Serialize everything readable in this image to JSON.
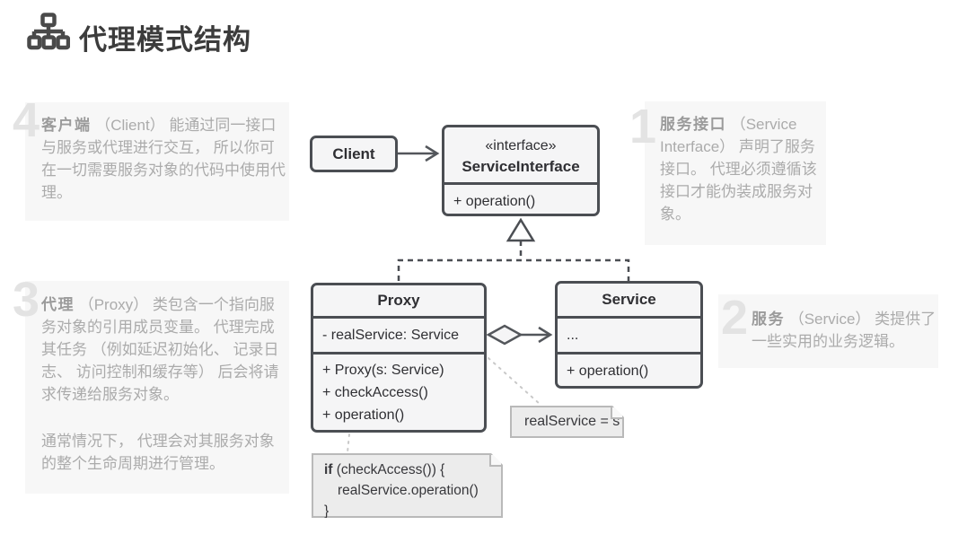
{
  "colors": {
    "box_border": "#4b4e53",
    "box_fill": "#f5f5f6",
    "annotation_bg": "#f7f7f7",
    "annotation_text": "#ababab",
    "numeral": "#e3e3e3",
    "note_fill": "#ececec",
    "note_border": "#b9b9b9",
    "title_text": "#3c3c3c"
  },
  "header": {
    "title": "代理模式结构",
    "icon": "structure-icon"
  },
  "annotations": [
    {
      "number": "1",
      "lead": "服务接口",
      "body": " （Service Interface） 声明了服务接口。 代理必须遵循该接口才能伪装成服务对象。"
    },
    {
      "number": "2",
      "lead": "服务",
      "body": " （Service） 类提供了一些实用的业务逻辑。"
    },
    {
      "number": "3",
      "lead": "代理",
      "body": " （Proxy） 类包含一个指向服务对象的引用成员变量。 代理完成其任务 （例如延迟初始化、 记录日志、 访问控制和缓存等） 后会将请求传递给服务对象。",
      "body2": "通常情况下， 代理会对其服务对象的整个生命周期进行管理。"
    },
    {
      "number": "4",
      "lead": "客户端",
      "body": " （Client） 能通过同一接口与服务或代理进行交互， 所以你可在一切需要服务对象的代码中使用代理。"
    }
  ],
  "diagram": {
    "client": {
      "name": "Client"
    },
    "service_interface": {
      "stereotype": "«interface»",
      "name": "ServiceInterface",
      "methods": [
        "+ operation()"
      ]
    },
    "proxy": {
      "name": "Proxy",
      "fields": [
        "- realService: Service"
      ],
      "methods": [
        "+ Proxy(s: Service)",
        "+ checkAccess()",
        "+ operation()"
      ]
    },
    "service": {
      "name": "Service",
      "fields": [
        "..."
      ],
      "methods": [
        "+ operation()"
      ]
    },
    "notes": {
      "assignment": "realService = s",
      "code": {
        "keyword": "if",
        "line1_rest": " (checkAccess()) {",
        "line2": "realService.operation()",
        "line3": "}"
      }
    }
  }
}
